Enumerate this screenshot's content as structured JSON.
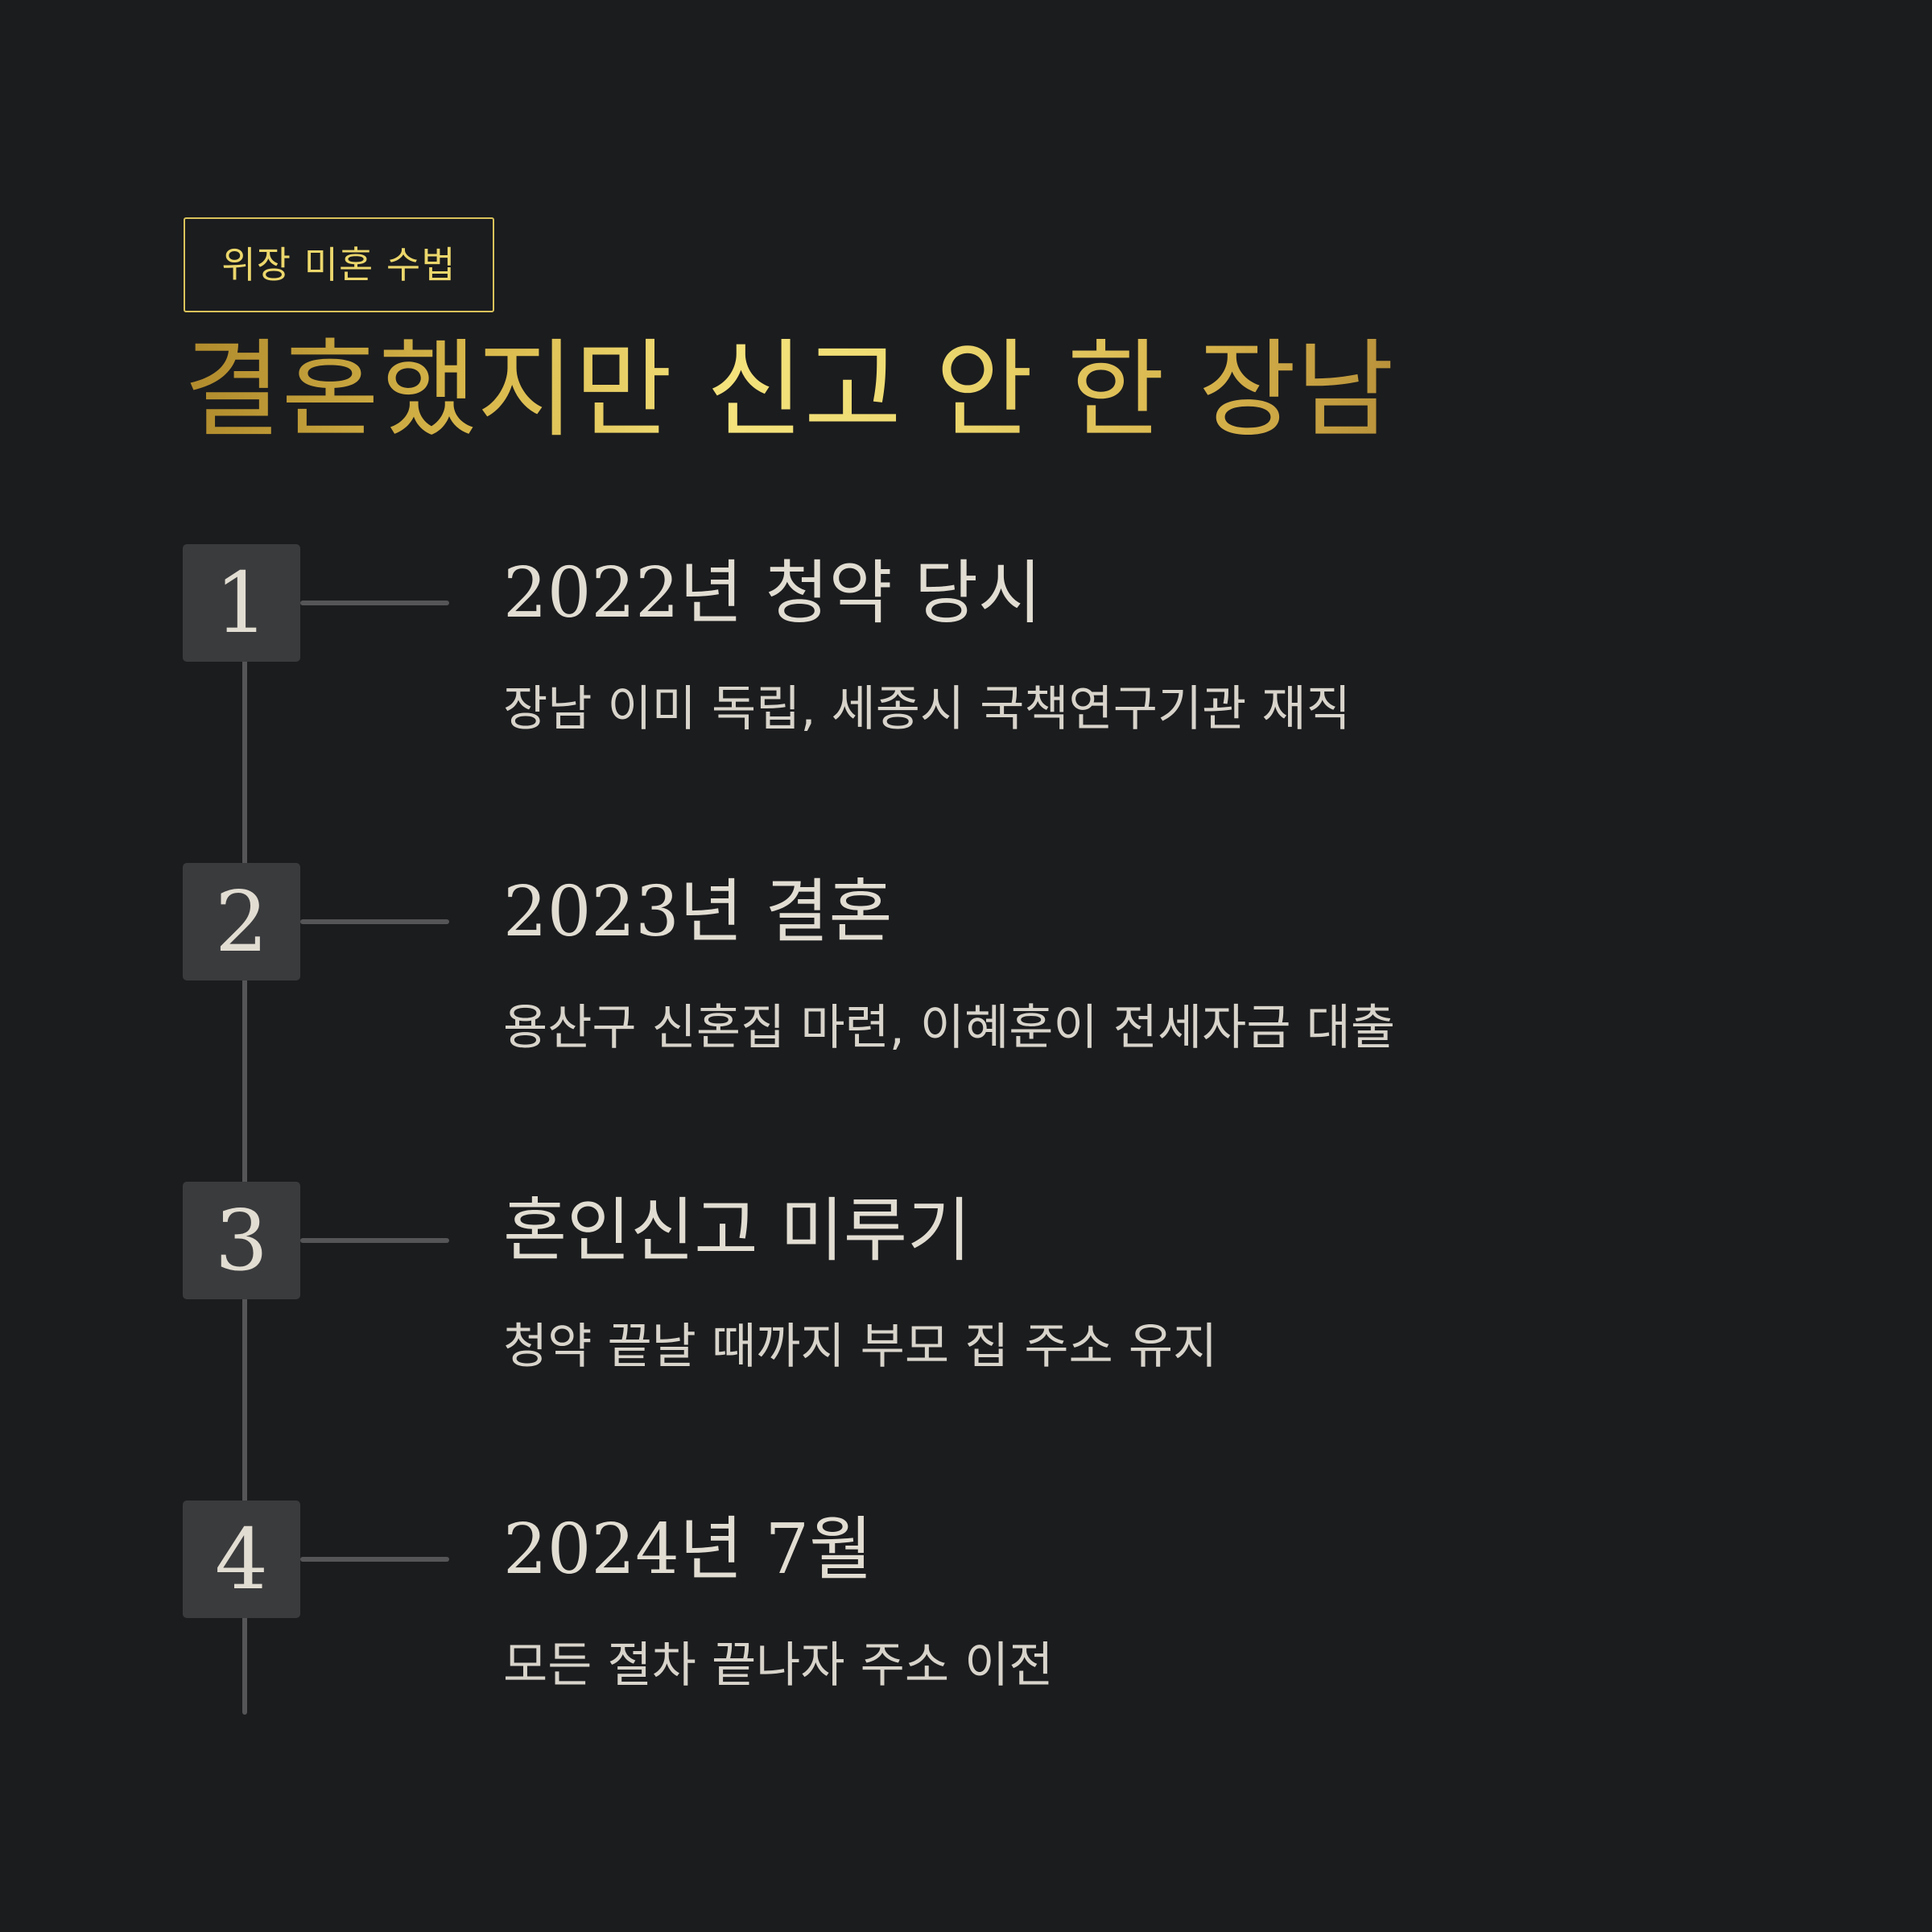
{
  "tag": "위장 미혼 수법",
  "title": "결혼했지만 신고 안 한 장남",
  "steps": [
    {
      "num": "1",
      "title": "2022년 청약 당시",
      "desc": "장남 이미 독립, 세종시 국책연구기관 재직"
    },
    {
      "num": "2",
      "title": "2023년 결혼",
      "desc": "용산구 신혼집 마련, 이혜훈이 전세자금 대출"
    },
    {
      "num": "3",
      "title": "혼인신고 미루기",
      "desc": "청약 끝날 때까지 부모 집 주소 유지"
    },
    {
      "num": "4",
      "title": "2024년 7월",
      "desc": "모든 절차 끝나자 주소 이전"
    }
  ],
  "colors": {
    "background": "#1b1c1e",
    "gold": "#ecd76c",
    "box": "#3a3b3d",
    "line": "#555557",
    "text": "#e2ddd2"
  }
}
